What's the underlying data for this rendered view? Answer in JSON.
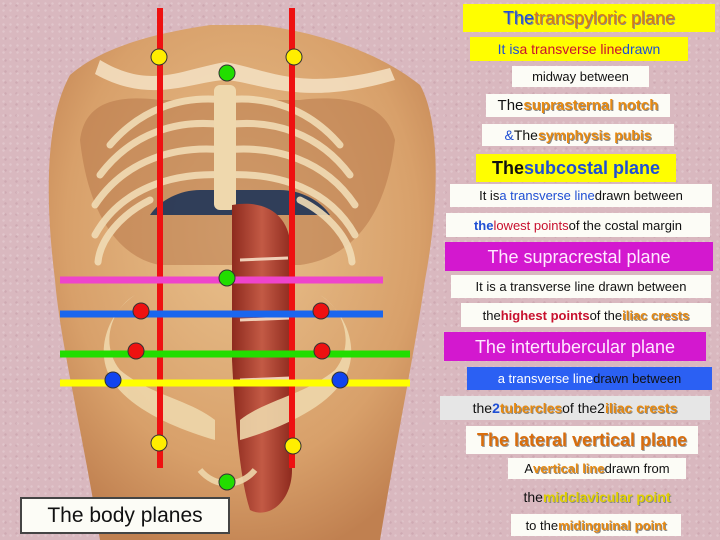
{
  "colors": {
    "line_red": "#ee1111",
    "line_pink": "#ee44cc",
    "line_blue": "#1a66ee",
    "line_green": "#22dd00",
    "line_yellow": "#ffff00",
    "dot_yellow": "#ffee00",
    "dot_green": "#22dd00",
    "dot_red": "#ee1111",
    "dot_blue": "#1144ee"
  },
  "title_box": {
    "text": "The body planes"
  },
  "transpyloric": {
    "heading_a": "The ",
    "heading_b": "transpyloric plane",
    "def_a": "It is ",
    "def_b": "a transverse line",
    "def_c": " drawn",
    "midway": "midway between",
    "notch_a": "The ",
    "notch_b": "suprasternal notch",
    "pubis_a": "&",
    "pubis_b": " The ",
    "pubis_c": "symphysis pubis"
  },
  "subcostal": {
    "heading_a": "The ",
    "heading_b": "subcostal plane",
    "def_a": "It is ",
    "def_b": "a transverse line",
    "def_c": " drawn between",
    "points_a": "the ",
    "points_b": "lowest points",
    "points_c": " of the costal margin"
  },
  "supracrestal": {
    "heading": "The supracrestal plane",
    "def": "It is a transverse line drawn between",
    "points_a": "the ",
    "points_b": "highest points",
    "points_c": " of the ",
    "points_d": "iliac crests"
  },
  "intertubercular": {
    "heading": "The intertubercular plane",
    "def_a": "a transverse line",
    "def_b": " drawn between",
    "tub_a": "the ",
    "tub_b": "2 ",
    "tub_c": "tubercles",
    "tub_d": " of the2  ",
    "tub_e": "iliac crests"
  },
  "lateral": {
    "heading": "The lateral vertical plane",
    "def_a": "A ",
    "def_b": "vertical line",
    "def_c": " drawn from",
    "mid_a": "the ",
    "mid_b": "midclavicular point",
    "ing_a": "to the ",
    "ing_b": "midinguinal point"
  }
}
